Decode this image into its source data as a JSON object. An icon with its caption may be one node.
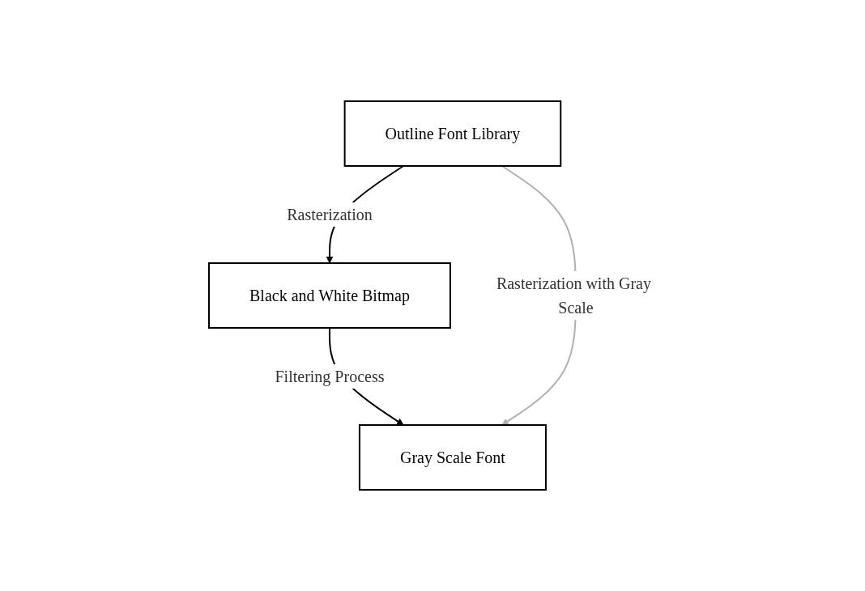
{
  "diagram": {
    "nodes": [
      {
        "text": [
          "Outline Font Library"
        ]
      },
      {
        "text": [
          "Black and White Bitmap"
        ]
      },
      {
        "text": [
          "Gray Scale Font"
        ]
      }
    ],
    "edges": [
      {
        "from": 0,
        "to": 1,
        "arrow": "to",
        "label": "Rasterization"
      },
      {
        "from": 1,
        "to": 2,
        "arrow": "to",
        "label": "Filtering Process"
      },
      {
        "from": 0,
        "to": 2,
        "arrow": "to",
        "label": "Rasterization with Gray Scale",
        "color": "#b0b0b0"
      }
    ]
  }
}
